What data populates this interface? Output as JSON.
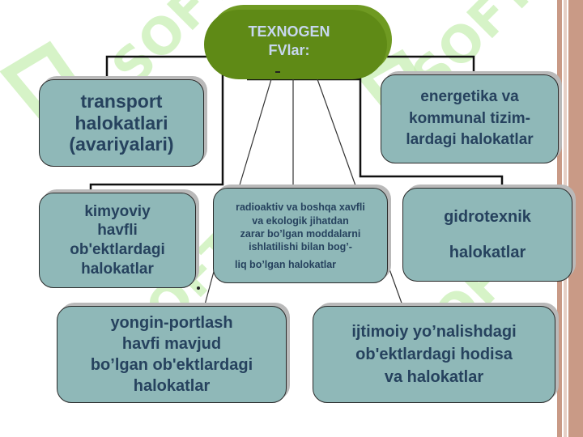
{
  "title": "TEXNOGEN\nFVlar:",
  "watermark": "SOFT",
  "colors": {
    "box_fill": "#8fb8b8",
    "box_text": "#26425e",
    "title_fill": "#5f8a16",
    "title_text": "#c7d7ef",
    "watermark": "#c8efb4",
    "side_stripe": "#c99a86"
  },
  "nodes": {
    "transport": "transport\nhalokatlari\n(avariyalari)",
    "energetika": "energetika va\nkommunal tizim-\nlardagi halokatlar",
    "kimyoviy": "kimyoviy\nhavfli\nob'ektlardagi\nhalokatlar",
    "radioaktiv": "radioaktiv va boshqa xavfli\nva ekologik jihatdan\nzarar bo’lgan moddalarni\nishlatilishi bilan bog’-",
    "radioaktiv_last": "liq bo’lgan halokatlar",
    "gidrotexnik": "gidrotexnik\n\nhalokatlar",
    "yongin": "yongin-portlash\nhavfi mavjud\nbo’lgan ob'ektlardagi\nhalokatlar",
    "ijtimoiy": "ijtimoiy yo’nalishdagi\nob'ektlardagi hodisa\nva halokatlar"
  }
}
